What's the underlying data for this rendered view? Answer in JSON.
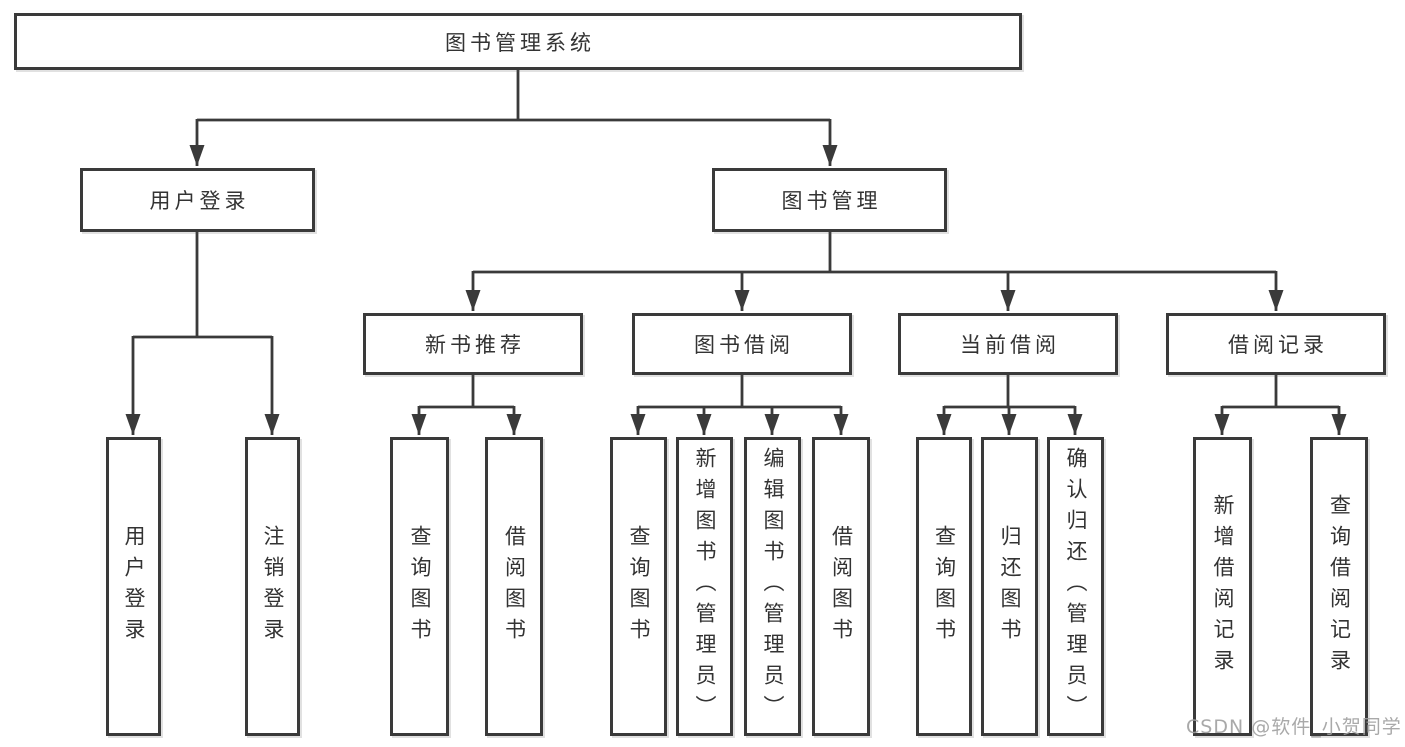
{
  "colors": {
    "line": "#3a3a3a",
    "text": "#333333",
    "background": "#ffffff",
    "watermark": "#a0a0a0"
  },
  "watermark": {
    "text": "CSDN @软件_小贺同学"
  },
  "tree": {
    "root": {
      "label": "图书管理系统"
    },
    "level2": [
      {
        "label": "用户登录",
        "children": [
          {
            "label": "用户登录"
          },
          {
            "label": "注销登录"
          }
        ]
      },
      {
        "label": "图书管理",
        "children": [
          {
            "label": "新书推荐",
            "children": [
              {
                "label": "查询图书"
              },
              {
                "label": "借阅图书"
              }
            ]
          },
          {
            "label": "图书借阅",
            "children": [
              {
                "label": "查询图书"
              },
              {
                "label": "新增图书（管理员）"
              },
              {
                "label": "编辑图书（管理员）"
              },
              {
                "label": "借阅图书"
              }
            ]
          },
          {
            "label": "当前借阅",
            "children": [
              {
                "label": "查询图书"
              },
              {
                "label": "归还图书"
              },
              {
                "label": "确认归还（管理员）"
              }
            ]
          },
          {
            "label": "借阅记录",
            "children": [
              {
                "label": "新增借阅记录"
              },
              {
                "label": "查询借阅记录"
              }
            ]
          }
        ]
      }
    ]
  }
}
